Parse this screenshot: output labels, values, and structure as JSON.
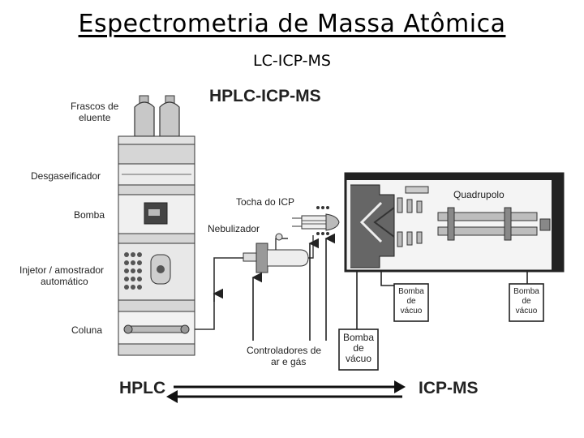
{
  "title": "Espectrometria de Massa Atômica",
  "subtitle": "LC-ICP-MS",
  "diagram": {
    "heading": "HPLC-ICP-MS",
    "labels": {
      "frascos_line1": "Frascos de",
      "frascos_line2": "eluente",
      "desgaseificador": "Desgaseificador",
      "bomba": "Bomba",
      "injetor_line1": "Injetor / amostrador",
      "injetor_line2": "automático",
      "coluna": "Coluna",
      "tocha": "Tocha do ICP",
      "nebulizador": "Nebulizador",
      "quadrupolo": "Quadrupolo",
      "controladores_line1": "Controladores de",
      "controladores_line2": "ar e gás",
      "bomba_vacuo_main_line1": "Bomba",
      "bomba_vacuo_main_line2": "de",
      "bomba_vacuo_main_line3": "vácuo",
      "bomba_vacuo_small_line1": "Bomba",
      "bomba_vacuo_small_line2": "de",
      "bomba_vacuo_small_line3": "vácuo"
    },
    "arrow_left_label": "HPLC",
    "arrow_right_label": "ICP-MS"
  }
}
